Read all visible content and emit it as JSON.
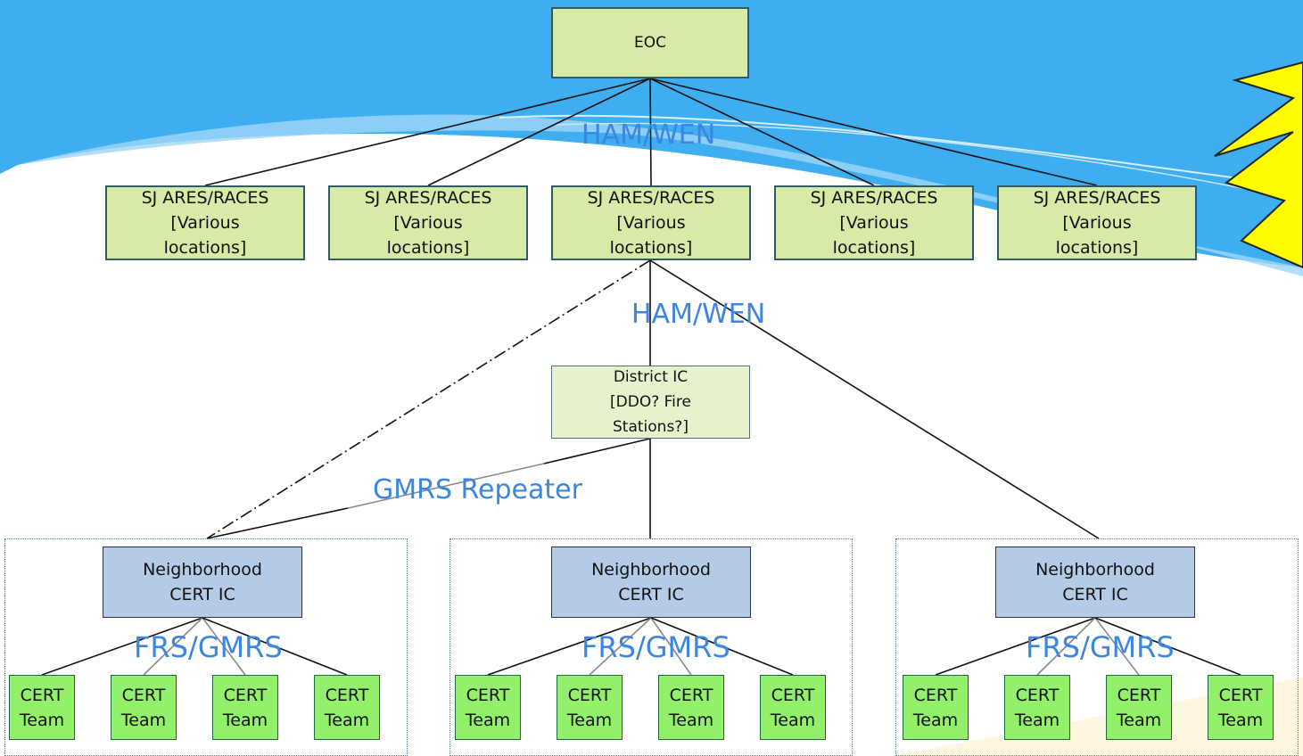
{
  "colors": {
    "background_blue": "#3eaef0",
    "label_blue": "#3c85e0",
    "ares_fill": "#d7eaa8",
    "neighborhood_fill": "#b4cbe8",
    "team_fill": "#92f06b",
    "star_fill": "#fffb00"
  },
  "eoc": {
    "label": "EOC"
  },
  "ares_nodes": [
    {
      "label": "SJ ARES/RACES\n[Various\nlocations]"
    },
    {
      "label": "SJ ARES/RACES\n[Various\nlocations]"
    },
    {
      "label": "SJ ARES/RACES\n[Various\nlocations]"
    },
    {
      "label": "SJ ARES/RACES\n[Various\nlocations]"
    },
    {
      "label": "SJ ARES/RACES\n[Various\nlocations]"
    }
  ],
  "district": {
    "label": "District IC\n[DDO? Fire\nStations?]"
  },
  "neighborhoods": [
    {
      "label": "Neighborhood\nCERT IC",
      "teams": [
        "CERT\nTeam",
        "CERT\nTeam",
        "CERT\nTeam",
        "CERT\nTeam"
      ]
    },
    {
      "label": "Neighborhood\nCERT IC",
      "teams": [
        "CERT\nTeam",
        "CERT\nTeam",
        "CERT\nTeam",
        "CERT\nTeam"
      ]
    },
    {
      "label": "Neighborhood\nCERT IC",
      "teams": [
        "CERT\nTeam",
        "CERT\nTeam",
        "CERT\nTeam",
        "CERT\nTeam"
      ]
    }
  ],
  "link_labels": {
    "eoc_to_ares": "HAM/WEN",
    "ares_to_district": "HAM/WEN",
    "district_to_neighborhood": "GMRS Repeater",
    "neighborhood_to_teams": [
      "FRS/GMRS",
      "FRS/GMRS",
      "FRS/GMRS"
    ]
  }
}
